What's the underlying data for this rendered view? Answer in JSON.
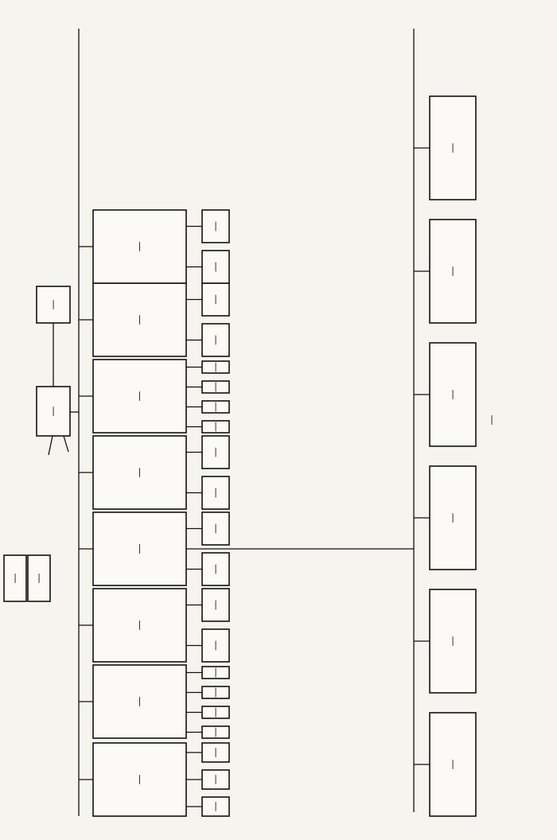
{
  "caption": "—",
  "top": {
    "director": "—",
    "secretariat": "—",
    "referent": "—",
    "legal_adviser": "—"
  },
  "deputies": [
    {
      "key": "economics",
      "label": "—",
      "units": [
        "—",
        "—",
        "—"
      ]
    },
    {
      "key": "technical",
      "label": "—",
      "units": [
        "—",
        "—",
        "—",
        "—"
      ]
    },
    {
      "key": "quality",
      "label": "—",
      "units": [
        "—",
        "—"
      ]
    },
    {
      "key": "production",
      "label": "—",
      "units": [
        "—",
        "—"
      ]
    },
    {
      "key": "personnel",
      "label": "—",
      "units": [
        "—",
        "—"
      ]
    },
    {
      "key": "marketing",
      "label": "—",
      "units": [
        "—",
        "—",
        "—",
        "—"
      ]
    },
    {
      "key": "accountant",
      "label": "—",
      "units": [
        "—",
        "—"
      ]
    },
    {
      "key": "foreign",
      "label": "—",
      "units": [
        "—",
        "—"
      ]
    }
  ],
  "workshops": [
    "—",
    "—",
    "—",
    "—",
    "—",
    "—"
  ]
}
